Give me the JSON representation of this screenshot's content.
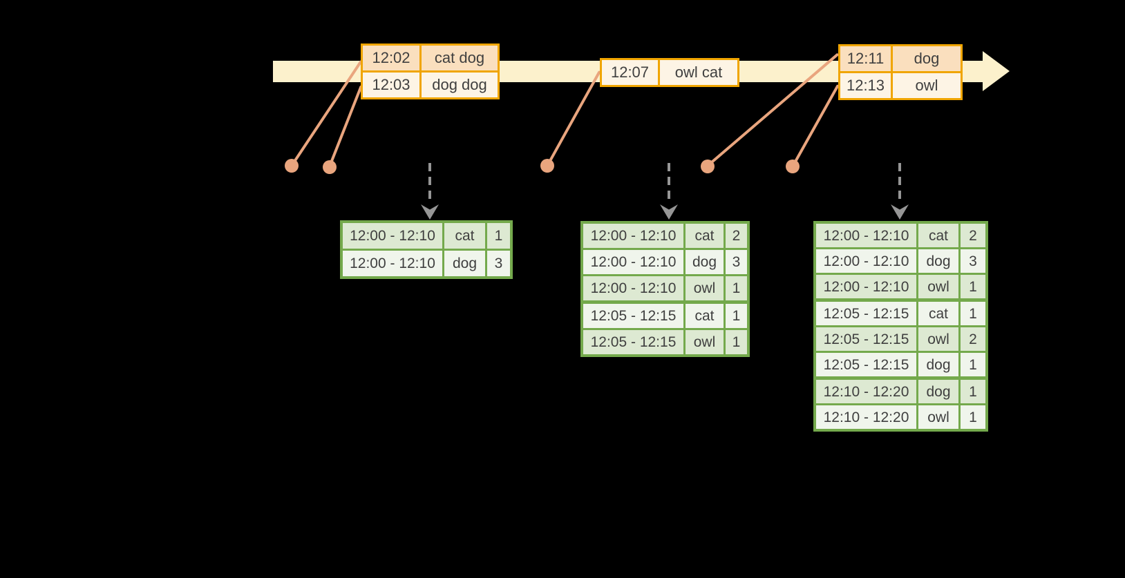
{
  "colors": {
    "background": "#000000",
    "timeline_band": "#FCF1CC",
    "event_table_border": "#F0A500",
    "event_row_dark": "#FADFBE",
    "event_row_light": "#FDF4E5",
    "connector_salmon": "#E9A57E",
    "trigger_arrow_gray": "#969696",
    "result_table_border": "#74A94C",
    "result_row_dark": "#DDE9D2",
    "result_row_light": "#F0F5EC",
    "text": "#3F3F3F"
  },
  "event_tables": [
    {
      "rows": [
        {
          "time": "12:02",
          "words": "cat dog"
        },
        {
          "time": "12:03",
          "words": "dog dog"
        }
      ]
    },
    {
      "rows": [
        {
          "time": "12:07",
          "words": "owl cat"
        }
      ]
    },
    {
      "rows": [
        {
          "time": "12:11",
          "words": "dog"
        },
        {
          "time": "12:13",
          "words": "owl"
        }
      ]
    }
  ],
  "result_tables": [
    {
      "rows": [
        {
          "window": "12:00 - 12:10",
          "word": "cat",
          "count": "1"
        },
        {
          "window": "12:00 - 12:10",
          "word": "dog",
          "count": "3"
        }
      ]
    },
    {
      "rows": [
        {
          "window": "12:00 - 12:10",
          "word": "cat",
          "count": "2"
        },
        {
          "window": "12:00 - 12:10",
          "word": "dog",
          "count": "3"
        },
        {
          "window": "12:00 - 12:10",
          "word": "owl",
          "count": "1"
        },
        {
          "window": "12:05 - 12:15",
          "word": "cat",
          "count": "1"
        },
        {
          "window": "12:05 - 12:15",
          "word": "owl",
          "count": "1"
        }
      ]
    },
    {
      "rows": [
        {
          "window": "12:00 - 12:10",
          "word": "cat",
          "count": "2"
        },
        {
          "window": "12:00 - 12:10",
          "word": "dog",
          "count": "3"
        },
        {
          "window": "12:00 - 12:10",
          "word": "owl",
          "count": "1"
        },
        {
          "window": "12:05 - 12:15",
          "word": "cat",
          "count": "1"
        },
        {
          "window": "12:05 - 12:15",
          "word": "owl",
          "count": "2"
        },
        {
          "window": "12:05 - 12:15",
          "word": "dog",
          "count": "1"
        },
        {
          "window": "12:10 - 12:20",
          "word": "dog",
          "count": "1"
        },
        {
          "window": "12:10 - 12:20",
          "word": "owl",
          "count": "1"
        }
      ]
    }
  ]
}
